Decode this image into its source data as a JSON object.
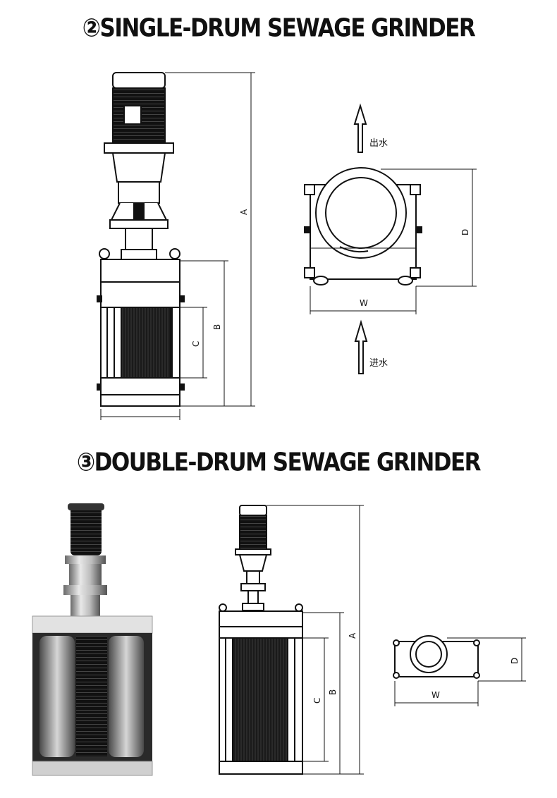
{
  "titles": {
    "single": "②SINGLE-DRUM SEWAGE GRINDER",
    "double": "③DOUBLE-DRUM SEWAGE GRINDER"
  },
  "dimension_labels": {
    "A": "A",
    "B": "B",
    "C": "C",
    "D": "D",
    "W": "W"
  },
  "flow_labels": {
    "outlet": "出水",
    "inlet": "进水"
  },
  "icons": [
    "arrow-up-icon"
  ]
}
